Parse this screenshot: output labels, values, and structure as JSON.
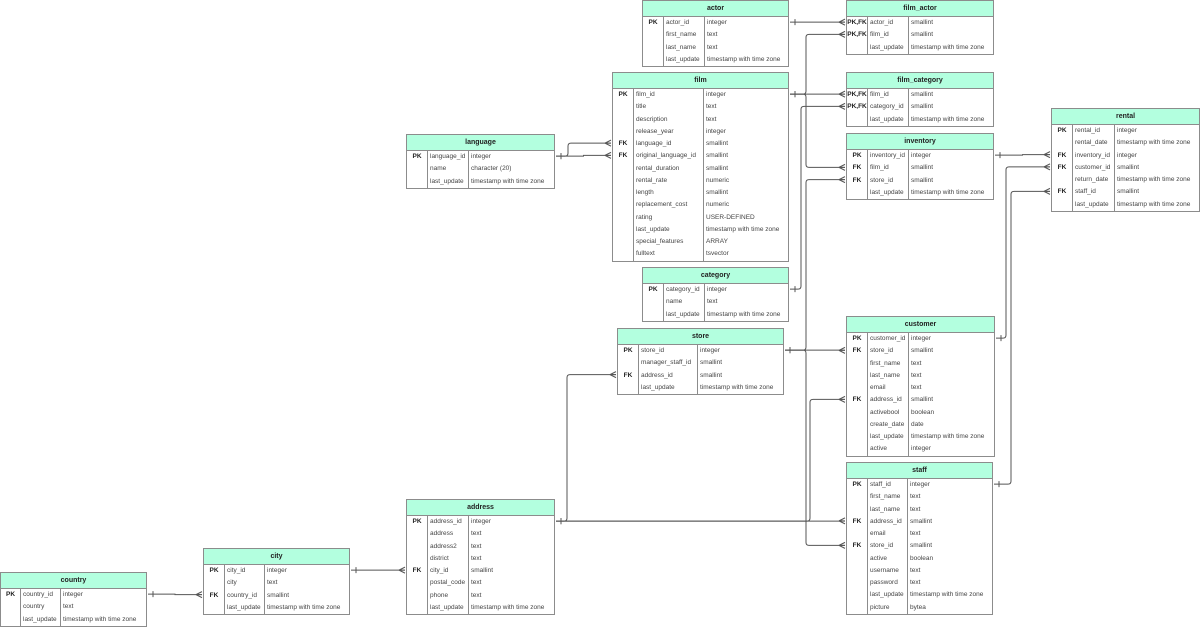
{
  "diagram": {
    "type": "entity-relationship",
    "colors": {
      "header_fill": "#b3ffdf",
      "border": "#8c8c8c",
      "connector": "#555555"
    },
    "tables": [
      {
        "id": "actor",
        "name": "actor",
        "rows": [
          {
            "key": "PK",
            "name": "actor_id",
            "type": "integer"
          },
          {
            "key": "",
            "name": "first_name",
            "type": "text"
          },
          {
            "key": "",
            "name": "last_name",
            "type": "text"
          },
          {
            "key": "",
            "name": "last_update",
            "type": "timestamp with time zone"
          }
        ]
      },
      {
        "id": "film_actor",
        "name": "film_actor",
        "rows": [
          {
            "key": "PK,FK",
            "name": "actor_id",
            "type": "smallint"
          },
          {
            "key": "PK,FK",
            "name": "film_id",
            "type": "smallint"
          },
          {
            "key": "",
            "name": "last_update",
            "type": "timestamp with time zone"
          }
        ]
      },
      {
        "id": "film",
        "name": "film",
        "rows": [
          {
            "key": "PK",
            "name": "film_id",
            "type": "integer"
          },
          {
            "key": "",
            "name": "title",
            "type": "text"
          },
          {
            "key": "",
            "name": "description",
            "type": "text"
          },
          {
            "key": "",
            "name": "release_year",
            "type": "integer"
          },
          {
            "key": "FK",
            "name": "language_id",
            "type": "smallint"
          },
          {
            "key": "FK",
            "name": "original_language_id",
            "type": "smallint"
          },
          {
            "key": "",
            "name": "rental_duration",
            "type": "smallint"
          },
          {
            "key": "",
            "name": "rental_rate",
            "type": "numeric"
          },
          {
            "key": "",
            "name": "length",
            "type": "smallint"
          },
          {
            "key": "",
            "name": "replacement_cost",
            "type": "numeric"
          },
          {
            "key": "",
            "name": "rating",
            "type": "USER-DEFINED"
          },
          {
            "key": "",
            "name": "last_update",
            "type": "timestamp with time zone"
          },
          {
            "key": "",
            "name": "special_features",
            "type": "ARRAY"
          },
          {
            "key": "",
            "name": "fulltext",
            "type": "tsvector"
          }
        ]
      },
      {
        "id": "film_category",
        "name": "film_category",
        "rows": [
          {
            "key": "PK,FK",
            "name": "film_id",
            "type": "smallint"
          },
          {
            "key": "PK,FK",
            "name": "category_id",
            "type": "smallint"
          },
          {
            "key": "",
            "name": "last_update",
            "type": "timestamp with time zone"
          }
        ]
      },
      {
        "id": "inventory",
        "name": "inventory",
        "rows": [
          {
            "key": "PK",
            "name": "inventory_id",
            "type": "integer"
          },
          {
            "key": "FK",
            "name": "film_id",
            "type": "smallint"
          },
          {
            "key": "FK",
            "name": "store_id",
            "type": "smallint"
          },
          {
            "key": "",
            "name": "last_update",
            "type": "timestamp with time zone"
          }
        ]
      },
      {
        "id": "rental",
        "name": "rental",
        "rows": [
          {
            "key": "PK",
            "name": "rental_id",
            "type": "integer"
          },
          {
            "key": "",
            "name": "rental_date",
            "type": "timestamp with time zone"
          },
          {
            "key": "FK",
            "name": "inventory_id",
            "type": "integer"
          },
          {
            "key": "FK",
            "name": "customer_id",
            "type": "smallint"
          },
          {
            "key": "",
            "name": "return_date",
            "type": "timestamp with time zone"
          },
          {
            "key": "FK",
            "name": "staff_id",
            "type": "smallint"
          },
          {
            "key": "",
            "name": "last_update",
            "type": "timestamp with time zone"
          }
        ]
      },
      {
        "id": "language",
        "name": "language",
        "rows": [
          {
            "key": "PK",
            "name": "language_id",
            "type": "integer"
          },
          {
            "key": "",
            "name": "name",
            "type": "character (20)"
          },
          {
            "key": "",
            "name": "last_update",
            "type": "timestamp with time zone"
          }
        ]
      },
      {
        "id": "category",
        "name": "category",
        "rows": [
          {
            "key": "PK",
            "name": "category_id",
            "type": "integer"
          },
          {
            "key": "",
            "name": "name",
            "type": "text"
          },
          {
            "key": "",
            "name": "last_update",
            "type": "timestamp with time zone"
          }
        ]
      },
      {
        "id": "store",
        "name": "store",
        "rows": [
          {
            "key": "PK",
            "name": "store_id",
            "type": "integer"
          },
          {
            "key": "",
            "name": "manager_staff_id",
            "type": "smallint"
          },
          {
            "key": "FK",
            "name": "address_id",
            "type": "smallint"
          },
          {
            "key": "",
            "name": "last_update",
            "type": "timestamp with time zone"
          }
        ]
      },
      {
        "id": "customer",
        "name": "customer",
        "rows": [
          {
            "key": "PK",
            "name": "customer_id",
            "type": "integer"
          },
          {
            "key": "FK",
            "name": "store_id",
            "type": "smallint"
          },
          {
            "key": "",
            "name": "first_name",
            "type": "text"
          },
          {
            "key": "",
            "name": "last_name",
            "type": "text"
          },
          {
            "key": "",
            "name": "email",
            "type": "text"
          },
          {
            "key": "FK",
            "name": "address_id",
            "type": "smallint"
          },
          {
            "key": "",
            "name": "activebool",
            "type": "boolean"
          },
          {
            "key": "",
            "name": "create_date",
            "type": "date"
          },
          {
            "key": "",
            "name": "last_update",
            "type": "timestamp with time zone"
          },
          {
            "key": "",
            "name": "active",
            "type": "integer"
          }
        ]
      },
      {
        "id": "staff",
        "name": "staff",
        "rows": [
          {
            "key": "PK",
            "name": "staff_id",
            "type": "integer"
          },
          {
            "key": "",
            "name": "first_name",
            "type": "text"
          },
          {
            "key": "",
            "name": "last_name",
            "type": "text"
          },
          {
            "key": "FK",
            "name": "address_id",
            "type": "smallint"
          },
          {
            "key": "",
            "name": "email",
            "type": "text"
          },
          {
            "key": "FK",
            "name": "store_id",
            "type": "smallint"
          },
          {
            "key": "",
            "name": "active",
            "type": "boolean"
          },
          {
            "key": "",
            "name": "username",
            "type": "text"
          },
          {
            "key": "",
            "name": "password",
            "type": "text"
          },
          {
            "key": "",
            "name": "last_update",
            "type": "timestamp with time zone"
          },
          {
            "key": "",
            "name": "picture",
            "type": "bytea"
          }
        ]
      },
      {
        "id": "address",
        "name": "address",
        "rows": [
          {
            "key": "PK",
            "name": "address_id",
            "type": "integer"
          },
          {
            "key": "",
            "name": "address",
            "type": "text"
          },
          {
            "key": "",
            "name": "address2",
            "type": "text"
          },
          {
            "key": "",
            "name": "district",
            "type": "text"
          },
          {
            "key": "FK",
            "name": "city_id",
            "type": "smallint"
          },
          {
            "key": "",
            "name": "postal_code",
            "type": "text"
          },
          {
            "key": "",
            "name": "phone",
            "type": "text"
          },
          {
            "key": "",
            "name": "last_update",
            "type": "timestamp with time zone"
          }
        ]
      },
      {
        "id": "city",
        "name": "city",
        "rows": [
          {
            "key": "PK",
            "name": "city_id",
            "type": "integer"
          },
          {
            "key": "",
            "name": "city",
            "type": "text"
          },
          {
            "key": "FK",
            "name": "country_id",
            "type": "smallint"
          },
          {
            "key": "",
            "name": "last_update",
            "type": "timestamp with time zone"
          }
        ]
      },
      {
        "id": "country",
        "name": "country",
        "rows": [
          {
            "key": "PK",
            "name": "country_id",
            "type": "integer"
          },
          {
            "key": "",
            "name": "country",
            "type": "text"
          },
          {
            "key": "",
            "name": "last_update",
            "type": "timestamp with time zone"
          }
        ]
      }
    ],
    "relationships": [
      {
        "from": "actor.actor_id",
        "to": "film_actor.actor_id",
        "cardinality": "one-to-many"
      },
      {
        "from": "film.film_id",
        "to": "film_actor.film_id",
        "cardinality": "one-to-many"
      },
      {
        "from": "film.film_id",
        "to": "film_category.film_id",
        "cardinality": "one-to-many"
      },
      {
        "from": "film.film_id",
        "to": "inventory.film_id",
        "cardinality": "one-to-many"
      },
      {
        "from": "category.category_id",
        "to": "film_category.category_id",
        "cardinality": "one-to-many"
      },
      {
        "from": "language.language_id",
        "to": "film.language_id",
        "cardinality": "one-to-many"
      },
      {
        "from": "language.language_id",
        "to": "film.original_language_id",
        "cardinality": "one-to-many"
      },
      {
        "from": "store.store_id",
        "to": "inventory.store_id",
        "cardinality": "one-to-many"
      },
      {
        "from": "store.store_id",
        "to": "customer.store_id",
        "cardinality": "one-to-many"
      },
      {
        "from": "store.store_id",
        "to": "staff.store_id",
        "cardinality": "one-to-many"
      },
      {
        "from": "inventory.inventory_id",
        "to": "rental.inventory_id",
        "cardinality": "one-to-many"
      },
      {
        "from": "customer.customer_id",
        "to": "rental.customer_id",
        "cardinality": "one-to-many"
      },
      {
        "from": "staff.staff_id",
        "to": "rental.staff_id",
        "cardinality": "one-to-many"
      },
      {
        "from": "address.address_id",
        "to": "store.address_id",
        "cardinality": "one-to-many"
      },
      {
        "from": "address.address_id",
        "to": "customer.address_id",
        "cardinality": "one-to-many"
      },
      {
        "from": "address.address_id",
        "to": "staff.address_id",
        "cardinality": "one-to-many"
      },
      {
        "from": "city.city_id",
        "to": "address.city_id",
        "cardinality": "one-to-many"
      },
      {
        "from": "country.country_id",
        "to": "city.country_id",
        "cardinality": "one-to-many"
      }
    ]
  }
}
